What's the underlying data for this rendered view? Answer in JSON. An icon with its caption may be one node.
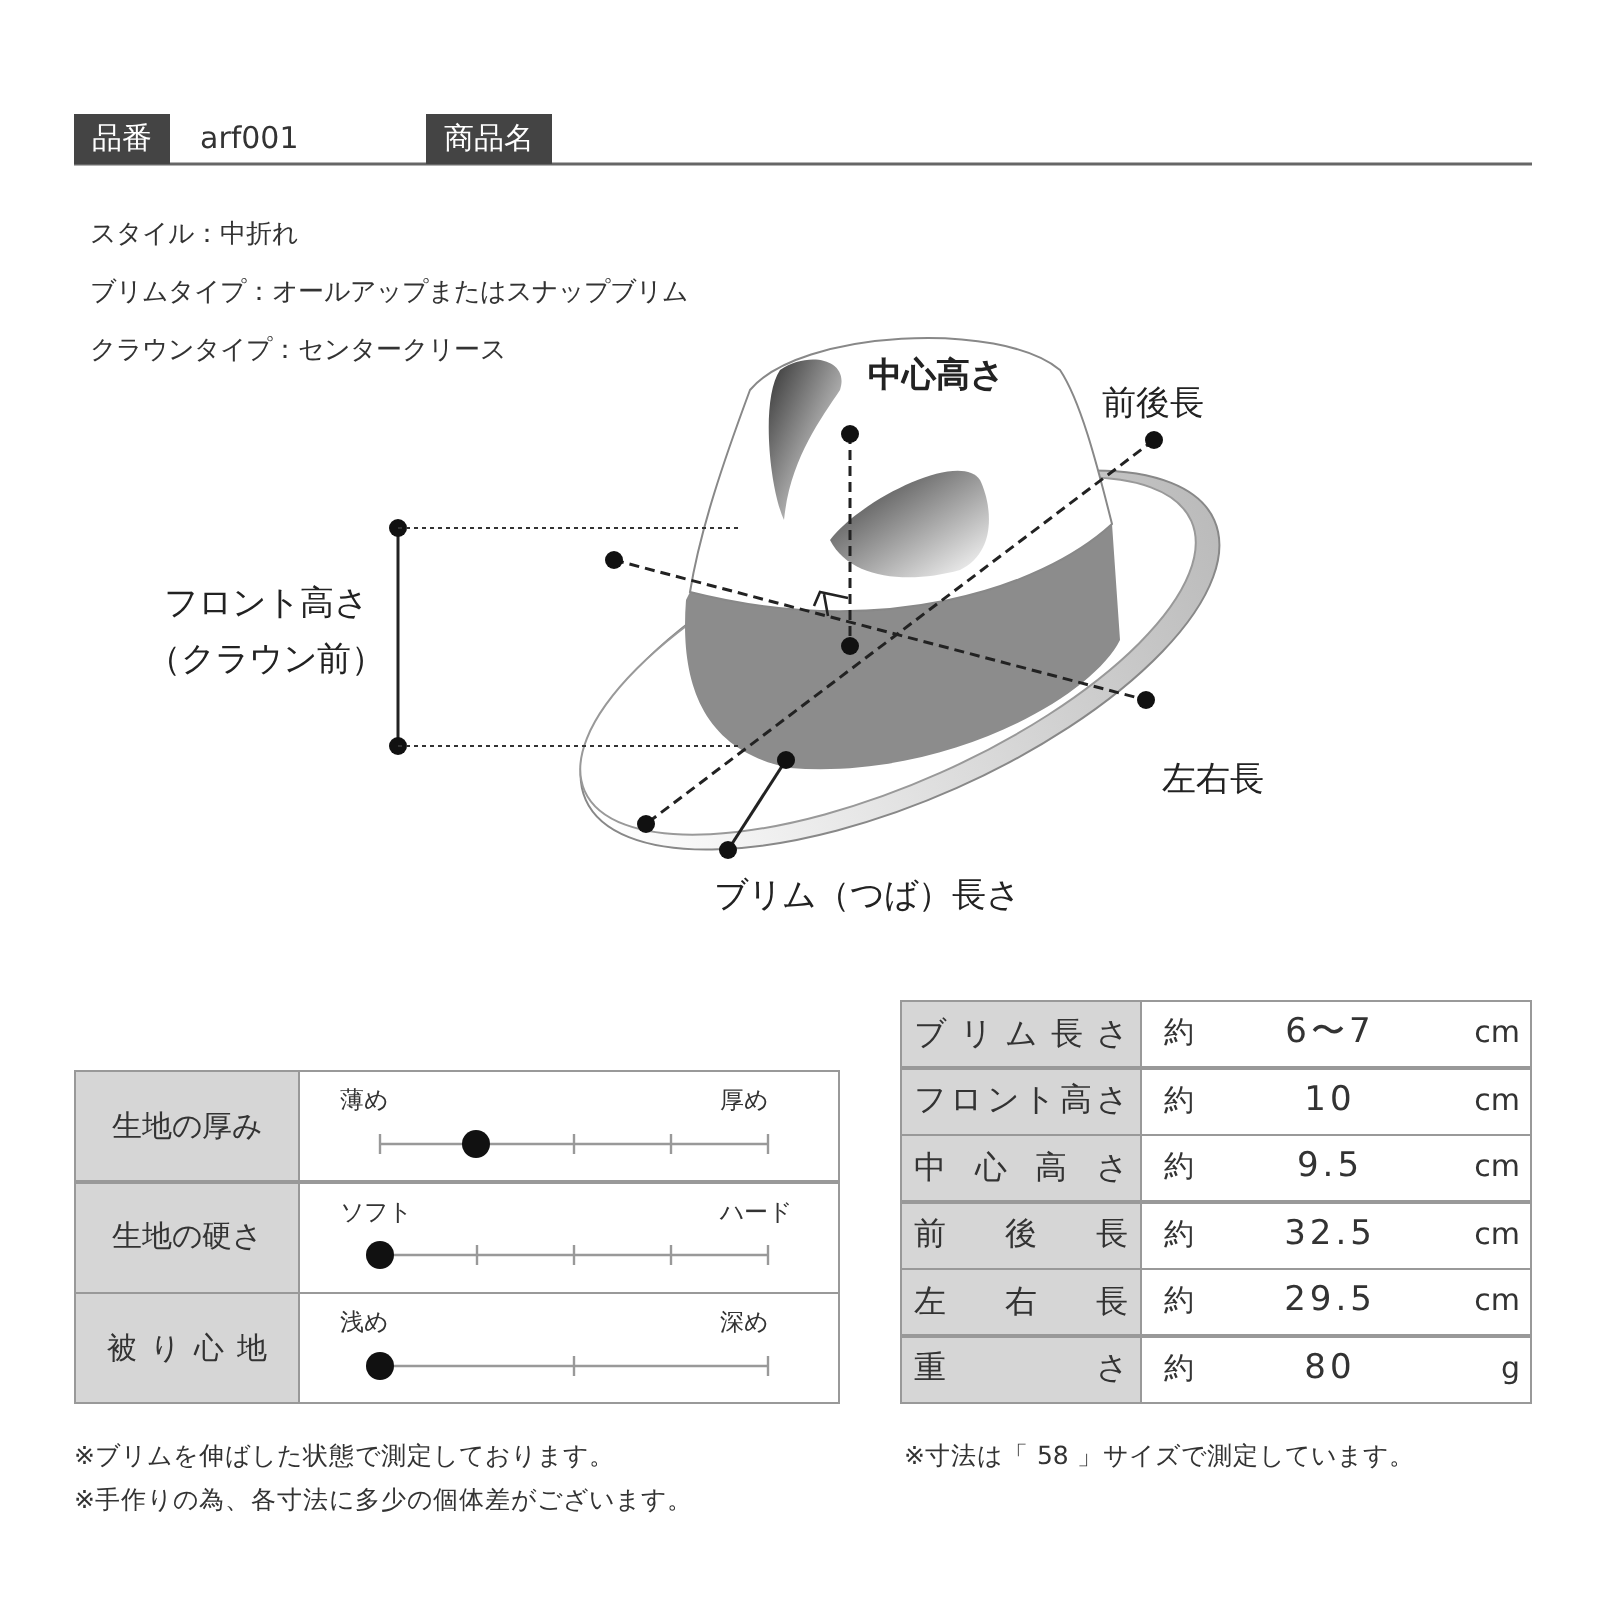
{
  "diagram": {
    "labels": [
      "品番",
      "arf001",
      "商品名",
      "スタイル：中折れ",
      "ブリムタイプ：オールアップまたはスナップブリム",
      "クラウンタイプ：センタークリース",
      "中心高さ",
      "前後長",
      "フロント高さ（クラウン前）",
      "左右長",
      "ブリム（つば）長さ",
      "生地の厚み",
      "薄め",
      "厚め",
      "生地の硬さ",
      "ソフト",
      "ハード",
      "被り心地",
      "浅め",
      "深め",
      "ブリム長さ",
      "約",
      "6〜7",
      "cm",
      "フロント高さ",
      "約",
      "10",
      "cm",
      "中心高さ",
      "約",
      "9.5",
      "cm",
      "前後長",
      "約",
      "32.5",
      "cm",
      "左右長",
      "約",
      "29.5",
      "cm",
      "重さ",
      "約",
      "80",
      "g",
      "※ブリムを伸ばした状態で測定しております。",
      "※手作りの為、各寸法に多少の個体差がございます。",
      "※寸法は「 58 」サイズで測定しています。"
    ]
  }
}
